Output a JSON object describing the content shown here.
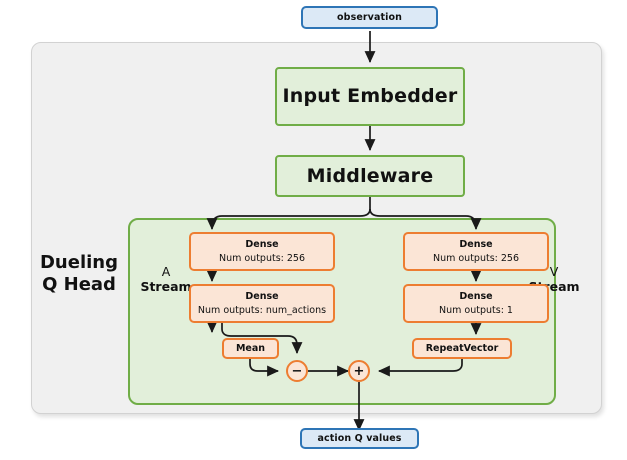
{
  "diagram": {
    "title_label": "Dueling Q Head",
    "streams": {
      "a": {
        "line1": "A",
        "line2": "Stream"
      },
      "v": {
        "line1": "V",
        "line2": "Stream"
      }
    },
    "io": {
      "input": "observation",
      "output": "action Q values"
    },
    "backbone": {
      "embedder": "Input Embedder",
      "middleware": "Middleware"
    },
    "a_stream": {
      "dense1_title": "Dense",
      "dense1_sub": "Num outputs: 256",
      "dense2_title": "Dense",
      "dense2_sub": "Num outputs: num_actions",
      "mean": "Mean"
    },
    "v_stream": {
      "dense1_title": "Dense",
      "dense1_sub": "Num outputs: 256",
      "dense2_title": "Dense",
      "dense2_sub": "Num outputs: 1",
      "repeat_vector": "RepeatVector"
    },
    "operators": {
      "subtract": "−",
      "add": "+"
    },
    "colors": {
      "io_fill": "#dce9f6",
      "io_border": "#2e75b6",
      "green_fill": "#e2efda",
      "green_border": "#70ad47",
      "orange_fill": "#fbe5d6",
      "orange_border": "#ed7d31",
      "panel_fill": "#f0f0f0",
      "panel_border": "#d2d2d2",
      "edge": "#1a1a1a"
    }
  }
}
